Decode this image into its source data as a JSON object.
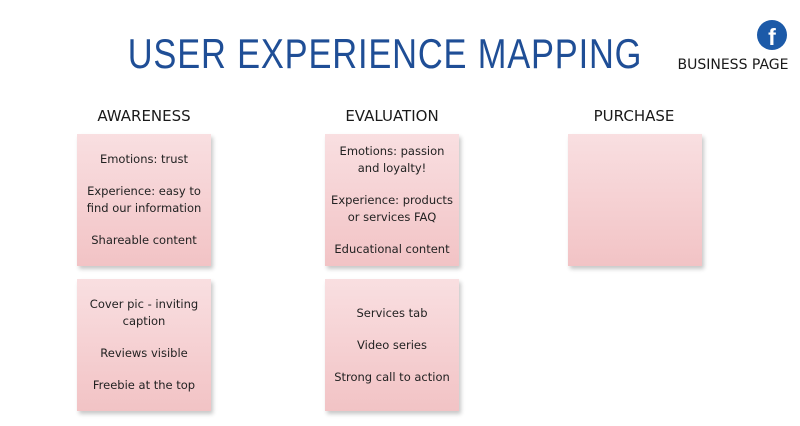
{
  "title": "USER EXPERIENCE MAPPING",
  "facebook": {
    "icon": "facebook-icon",
    "glyph": "f",
    "label": "BUSINESS PAGE",
    "color": "#1c5aa8"
  },
  "columns": [
    {
      "header": "AWARENESS",
      "notes": [
        [
          "Emotions: trust",
          "Experience: easy to find our information",
          "Shareable content"
        ],
        [
          "Cover pic - inviting caption",
          "Reviews visible",
          "Freebie at the top"
        ]
      ]
    },
    {
      "header": "EVALUATION",
      "notes": [
        [
          "Emotions: passion and loyalty!",
          "Experience: products or services FAQ",
          "Educational content"
        ],
        [
          "Services tab",
          "Video series",
          "Strong call to action"
        ]
      ]
    },
    {
      "header": "PURCHASE",
      "notes": [
        []
      ]
    }
  ],
  "colors": {
    "title": "#1f4e96",
    "note_top": "#f9dfe1",
    "note_bottom": "#f2c3c5"
  }
}
